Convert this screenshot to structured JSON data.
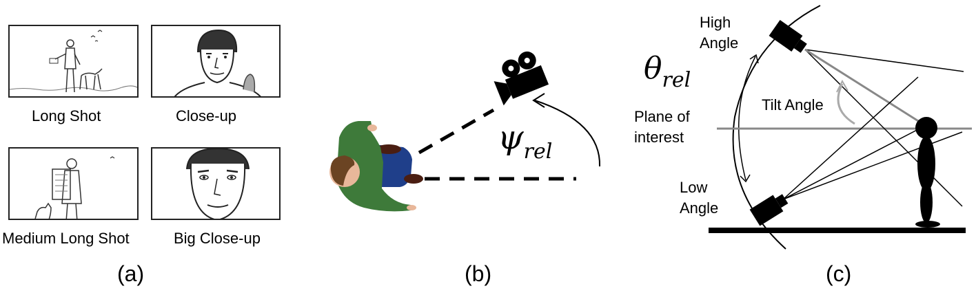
{
  "panel_a": {
    "shots": [
      {
        "label": "Long Shot"
      },
      {
        "label": "Close-up"
      },
      {
        "label": "Medium Long Shot"
      },
      {
        "label": "Big Close-up"
      }
    ],
    "caption": "(a)"
  },
  "panel_b": {
    "symbol": "ψ",
    "subscript": "rel",
    "caption": "(b)",
    "colors": {
      "shirt": "#3e7a3a",
      "pants": "#1f3f8a",
      "hair": "#6b4423",
      "skin": "#e8b79a"
    }
  },
  "panel_c": {
    "symbol": "θ",
    "subscript": "rel",
    "high_angle": [
      "High",
      "Angle"
    ],
    "low_angle": [
      "Low",
      "Angle"
    ],
    "plane": [
      "Plane of",
      "interest"
    ],
    "tilt_label": "Tilt Angle",
    "caption": "(c)"
  }
}
